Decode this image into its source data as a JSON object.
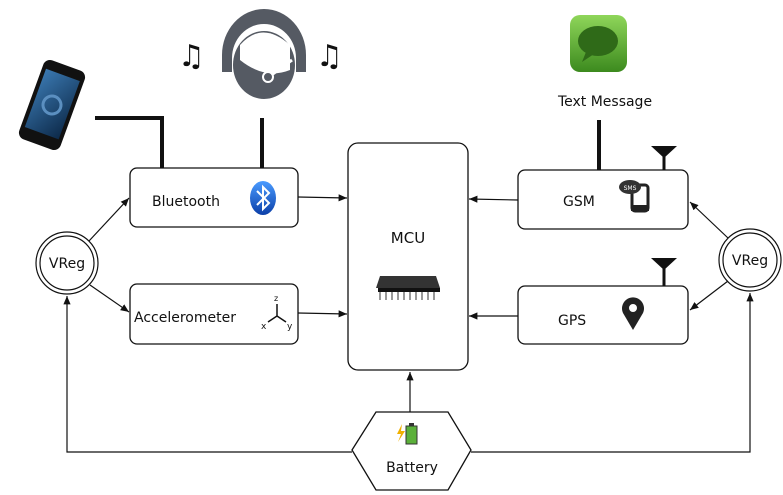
{
  "blocks": {
    "bluetooth": "Bluetooth",
    "accelerometer": "Accelerometer",
    "mcu": "MCU",
    "gsm": "GSM",
    "gps": "GPS",
    "vreg_left": "VReg",
    "vreg_right": "VReg",
    "battery": "Battery"
  },
  "labels": {
    "text_message": "Text Message",
    "sms_badge": "SMS",
    "axis_x": "x",
    "axis_y": "y",
    "axis_z": "z"
  },
  "icons": [
    "smartphone-icon",
    "headset-icon",
    "music-note-icon",
    "message-app-icon",
    "bluetooth-icon",
    "axes-icon",
    "chip-icon",
    "sms-phone-icon",
    "location-pin-icon",
    "antenna-icon",
    "battery-icon"
  ],
  "colors": {
    "line": "#111111",
    "bluetooth": "#1a5fd0",
    "message": "#4fa82a",
    "headset": "#555a63"
  }
}
